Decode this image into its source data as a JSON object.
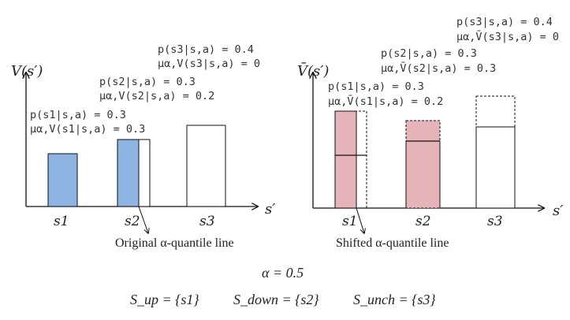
{
  "alpha_line": "α = 0.5",
  "sets": {
    "up": "S_up = {s1}",
    "down": "S_down = {s2}",
    "unch": "S_unch = {s3}"
  },
  "colors": {
    "blue": "#8eb4e3",
    "pink": "#e6b4b8",
    "stroke": "#111111"
  },
  "left_panel": {
    "y_axis_label": "V(s′)",
    "x_axis_label": "s′",
    "caption": "Original α-quantile line",
    "ticks": [
      "s1",
      "s2",
      "s3"
    ],
    "annotations": [
      {
        "p": "p(s1|s,a) = 0.3",
        "mu": "μα,V(s1|s,a) = 0.3"
      },
      {
        "p": "p(s2|s,a) = 0.3",
        "mu": "μα,V(s2|s,a) = 0.2"
      },
      {
        "p": "p(s3|s,a) = 0.4",
        "mu": "μα,V(s3|s,a) = 0"
      }
    ]
  },
  "right_panel": {
    "y_axis_label": "V̄(s′)",
    "x_axis_label": "s′",
    "caption": "Shifted α-quantile line",
    "ticks": [
      "s1",
      "s2",
      "s3"
    ],
    "annotations": [
      {
        "p": "p(s1|s,a) = 0.3",
        "mu": "μα,V̄(s1|s,a) = 0.2"
      },
      {
        "p": "p(s2|s,a) = 0.3",
        "mu": "μα,V̄(s2|s,a) = 0.3"
      },
      {
        "p": "p(s3|s,a) = 0.4",
        "mu": "μα,V̄(s3|s,a) = 0"
      }
    ]
  }
}
